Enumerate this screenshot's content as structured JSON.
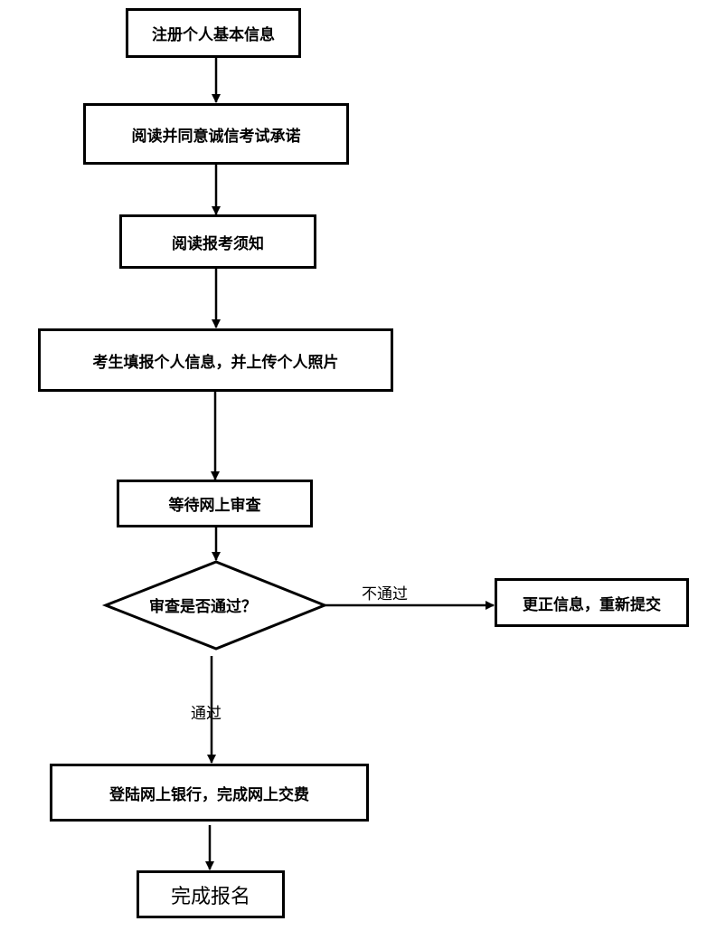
{
  "nodes": {
    "register": "注册个人基本信息",
    "integrity": "阅读并同意诚信考试承诺",
    "notice": "阅读报考须知",
    "fill_info": "考生填报个人信息，并上传个人照片",
    "wait_review": "等待网上审查",
    "review_decision": "审查是否通过？",
    "correct_info": "更正信息，重新提交",
    "payment": "登陆网上银行，完成网上交费",
    "complete": "完成报名"
  },
  "edges": {
    "not_passed": "不通过",
    "passed": "通过"
  }
}
